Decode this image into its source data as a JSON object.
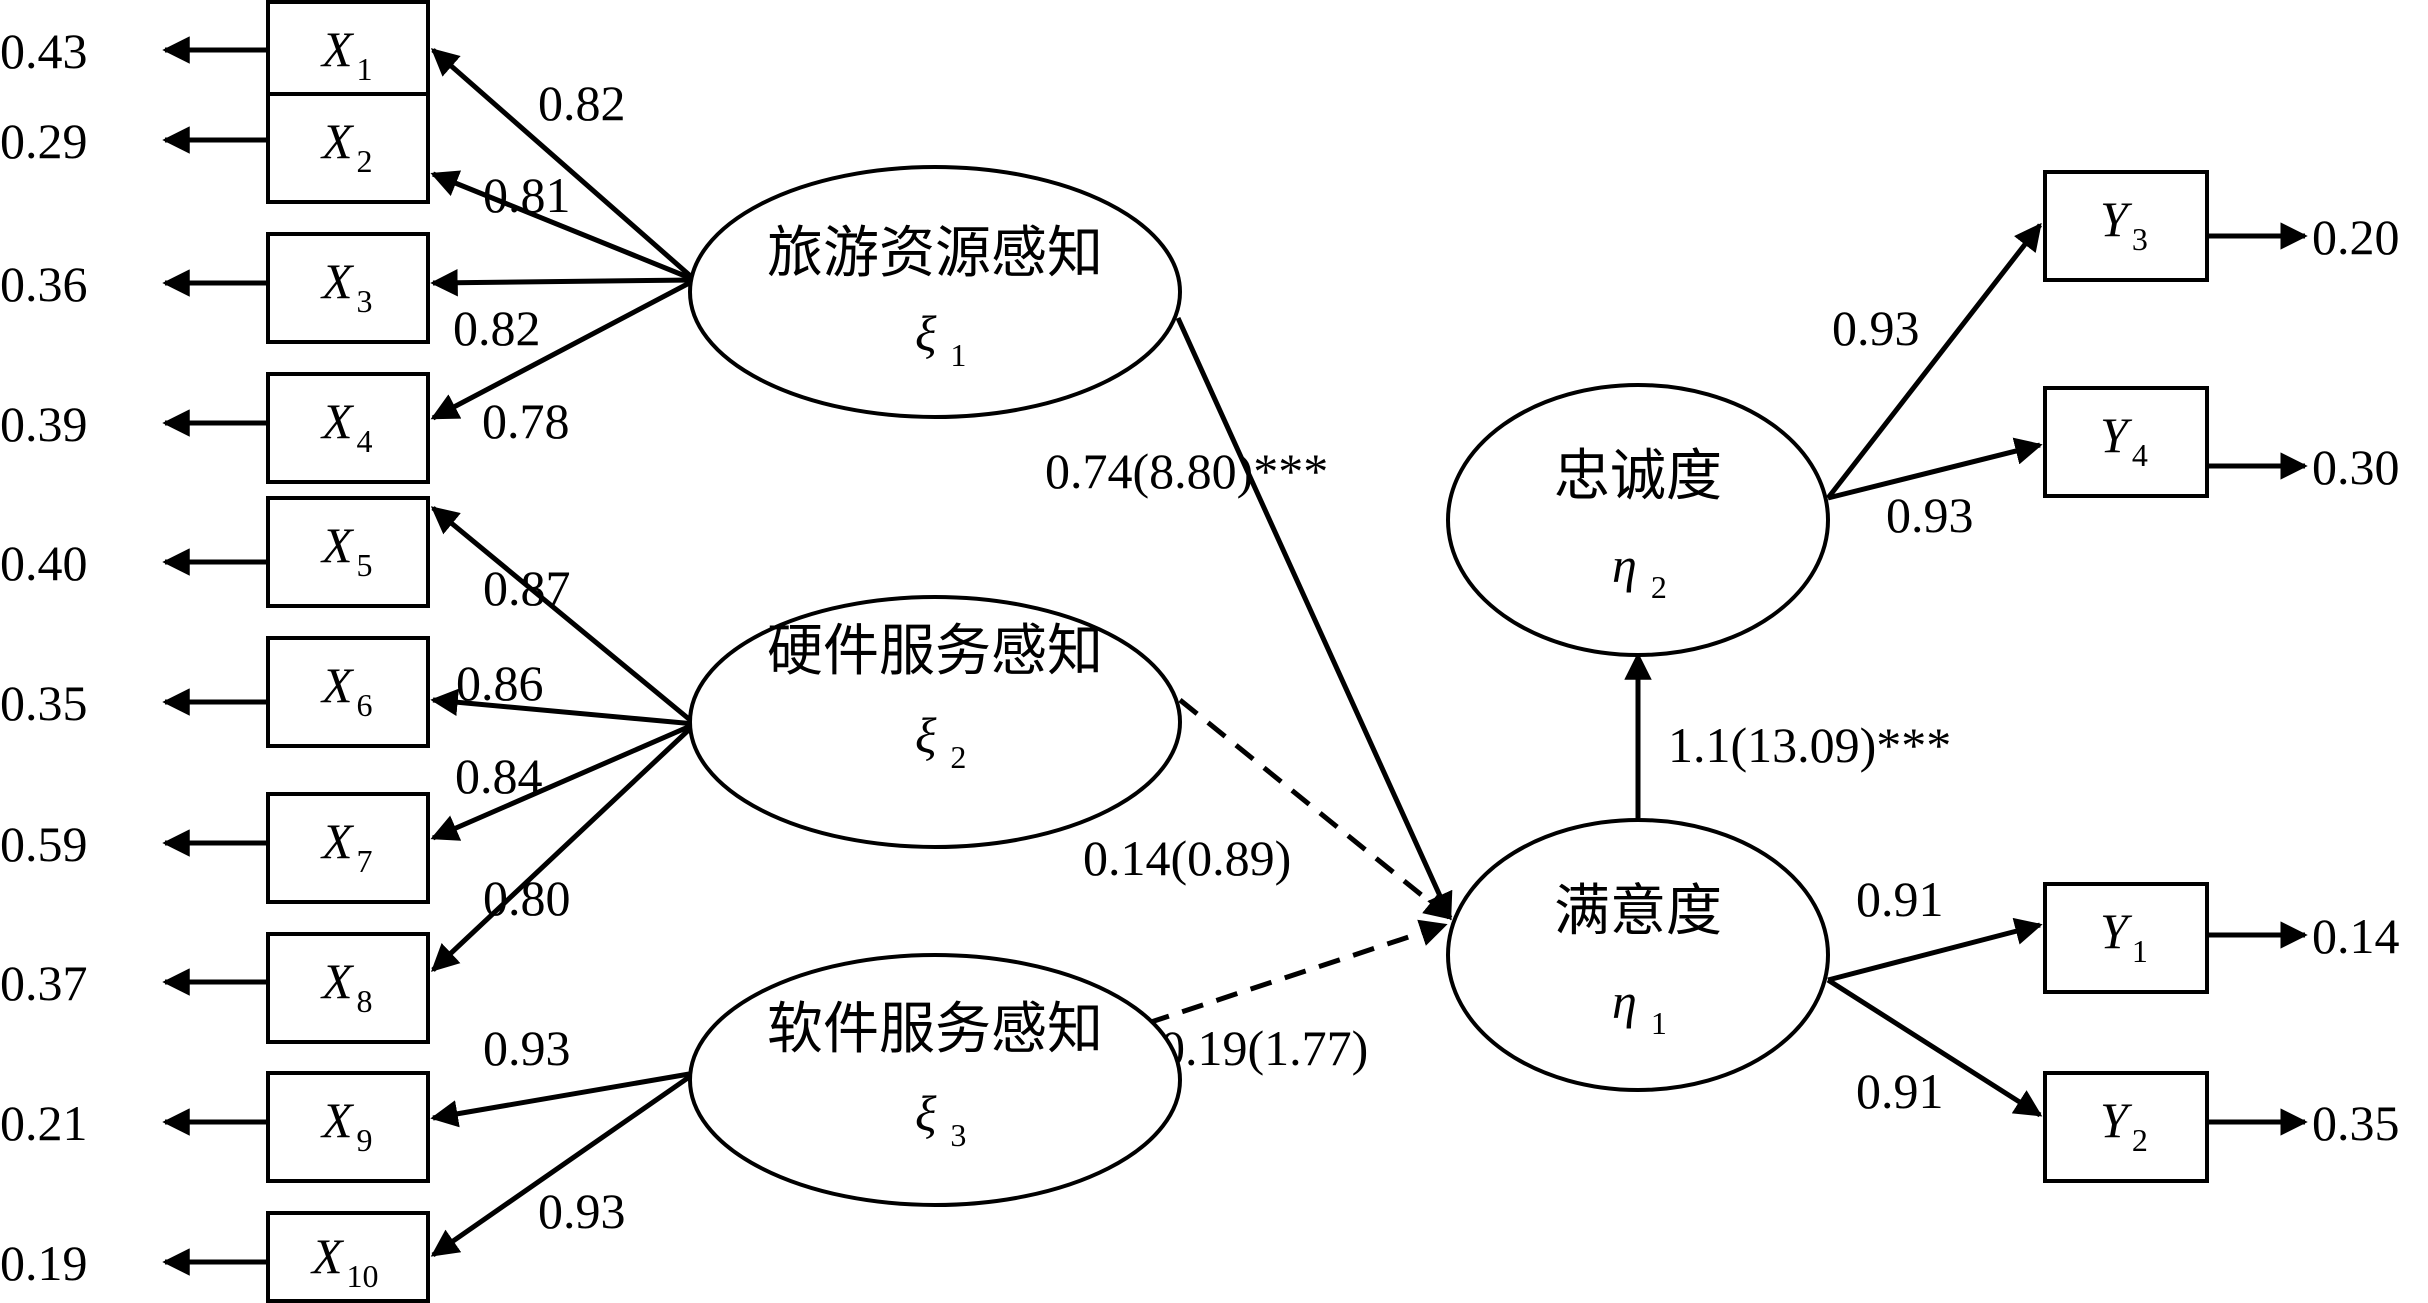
{
  "indicators_x": [
    {
      "id": "X1",
      "letter": "X",
      "sub": "1",
      "error": "0.43",
      "loading": "0.82"
    },
    {
      "id": "X2",
      "letter": "X",
      "sub": "2",
      "error": "0.29",
      "loading": "0.81"
    },
    {
      "id": "X3",
      "letter": "X",
      "sub": "3",
      "error": "0.36",
      "loading": "0.82"
    },
    {
      "id": "X4",
      "letter": "X",
      "sub": "4",
      "error": "0.39",
      "loading": "0.78"
    },
    {
      "id": "X5",
      "letter": "X",
      "sub": "5",
      "error": "0.40",
      "loading": "0.87"
    },
    {
      "id": "X6",
      "letter": "X",
      "sub": "6",
      "error": "0.35",
      "loading": "0.86"
    },
    {
      "id": "X7",
      "letter": "X",
      "sub": "7",
      "error": "0.59",
      "loading": "0.84"
    },
    {
      "id": "X8",
      "letter": "X",
      "sub": "8",
      "error": "0.37",
      "loading": "0.80"
    },
    {
      "id": "X9",
      "letter": "X",
      "sub": "9",
      "error": "0.21",
      "loading": "0.93"
    },
    {
      "id": "X10",
      "letter": "X",
      "sub": "10",
      "error": "0.19",
      "loading": "0.93"
    }
  ],
  "indicators_y": [
    {
      "id": "Y3",
      "letter": "Y",
      "sub": "3",
      "error": "0.20",
      "loading": "0.93"
    },
    {
      "id": "Y4",
      "letter": "Y",
      "sub": "4",
      "error": "0.30",
      "loading": "0.93"
    },
    {
      "id": "Y1",
      "letter": "Y",
      "sub": "1",
      "error": "0.14",
      "loading": "0.91"
    },
    {
      "id": "Y2",
      "letter": "Y",
      "sub": "2",
      "error": "0.35",
      "loading": "0.91"
    }
  ],
  "latents": [
    {
      "id": "xi1",
      "name": "旅游资源感知",
      "symbol": "ξ",
      "sub": "1"
    },
    {
      "id": "xi2",
      "name": "硬件服务感知",
      "symbol": "ξ",
      "sub": "2"
    },
    {
      "id": "xi3",
      "name": "软件服务感知",
      "symbol": "ξ",
      "sub": "3"
    },
    {
      "id": "eta2",
      "name": "忠诚度",
      "symbol": "η",
      "sub": "2"
    },
    {
      "id": "eta1",
      "name": "满意度",
      "symbol": "η",
      "sub": "1"
    }
  ],
  "paths": {
    "xi1_eta1": "0.74(8.80)***",
    "xi2_eta1": "0.14(0.89)",
    "xi3_eta1": "0.19(1.77)",
    "eta1_eta2": "1.1(13.09)***"
  }
}
